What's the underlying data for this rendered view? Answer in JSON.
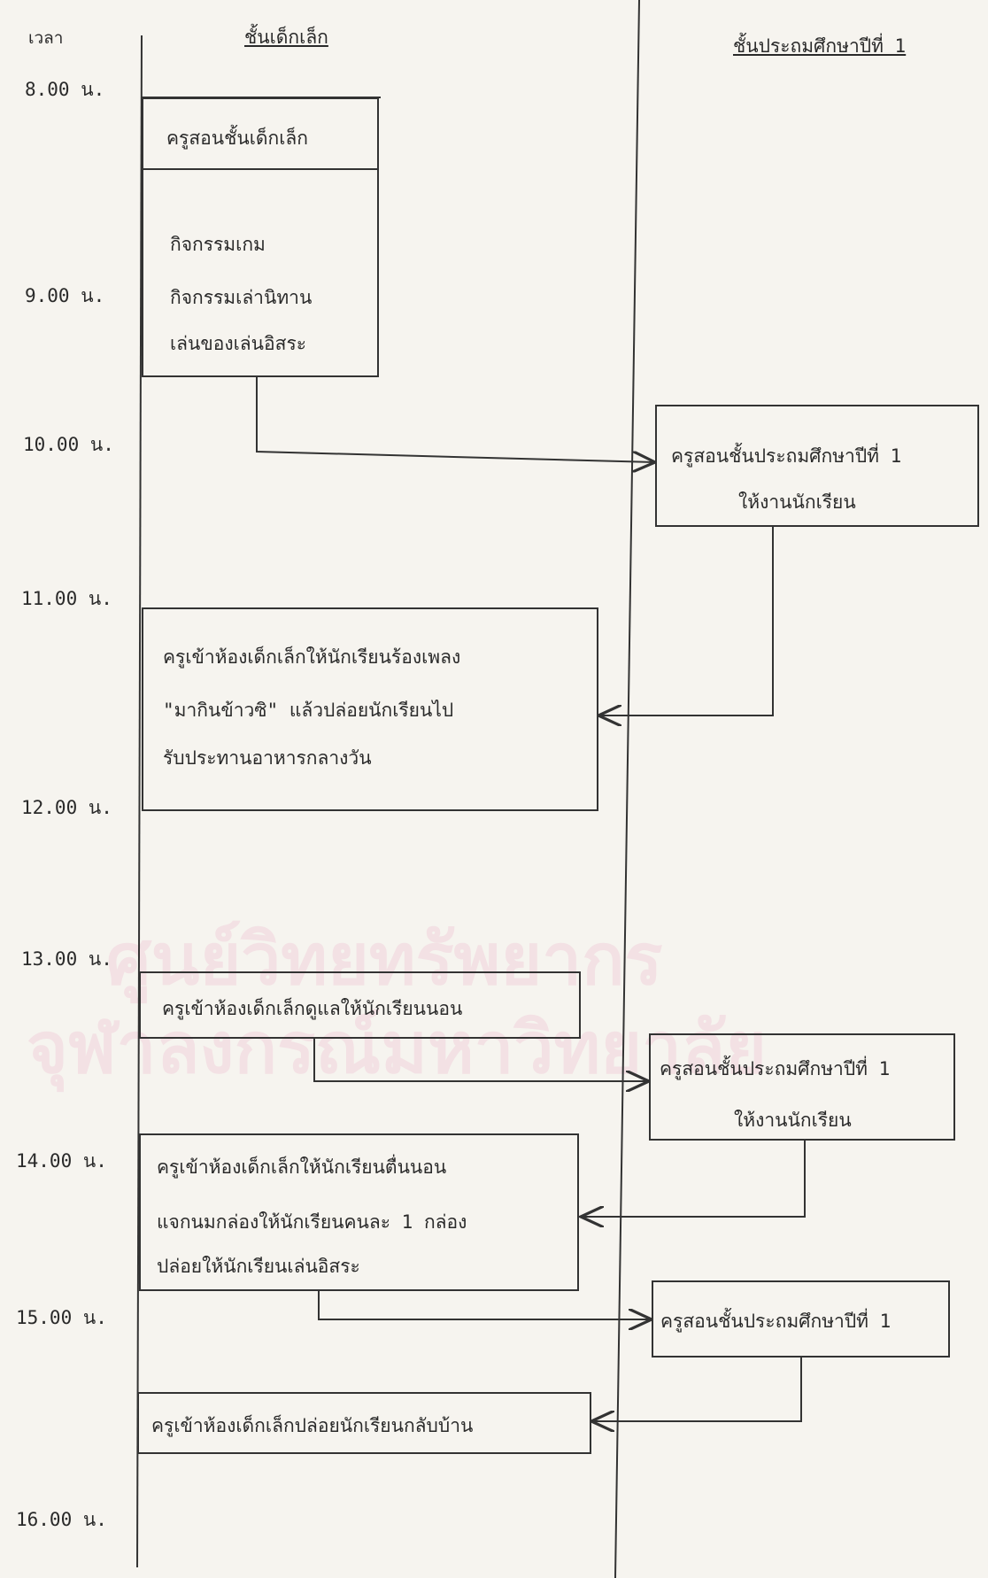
{
  "headers": {
    "time": "เวลา",
    "kindergarten": "ชั้นเด็กเล็ก",
    "grade1": "ชั้นประถมศึกษาปีที่ 1"
  },
  "times": [
    "8.00 น.",
    "9.00 น.",
    "10.00 น.",
    "11.00 น.",
    "12.00 น.",
    "13.00 น.",
    "14.00 น.",
    "15.00 น.",
    "16.00 น."
  ],
  "boxes": {
    "k1": "ครูสอนชั้นเด็กเล็ก",
    "k2_l1": "กิจกรรมเกม",
    "k2_l2": "กิจกรรมเล่านิทาน",
    "k2_l3": "เล่นของเล่นอิสระ",
    "g1_l1": "ครูสอนชั้นประถมศึกษาปีที่ 1",
    "g1_l2": "ให้งานนักเรียน",
    "k3_l1": "ครูเข้าห้องเด็กเล็กให้นักเรียนร้องเพลง",
    "k3_l2": "\"มากินข้าวซิ\" แล้วปล่อยนักเรียนไป",
    "k3_l3": "รับประทานอาหารกลางวัน",
    "k4": "ครูเข้าห้องเด็กเล็กดูแลให้นักเรียนนอน",
    "g2_l1": "ครูสอนชั้นประถมศึกษาปีที่ 1",
    "g2_l2": "ให้งานนักเรียน",
    "k5_l1": "ครูเข้าห้องเด็กเล็กให้นักเรียนตื่นนอน",
    "k5_l2": "แจกนมกล่องให้นักเรียนคนละ 1 กล่อง",
    "k5_l3": "ปล่อยให้นักเรียนเล่นอิสระ",
    "g3": "ครูสอนชั้นประถมศึกษาปีที่ 1",
    "k6": "ครูเข้าห้องเด็กเล็กปล่อยนักเรียนกลับบ้าน"
  },
  "watermark": {
    "line1": "ศูนย์วิทยทรัพยากร",
    "line2": "จุฬาลงกรณ์มหาวิทยาลัย"
  }
}
